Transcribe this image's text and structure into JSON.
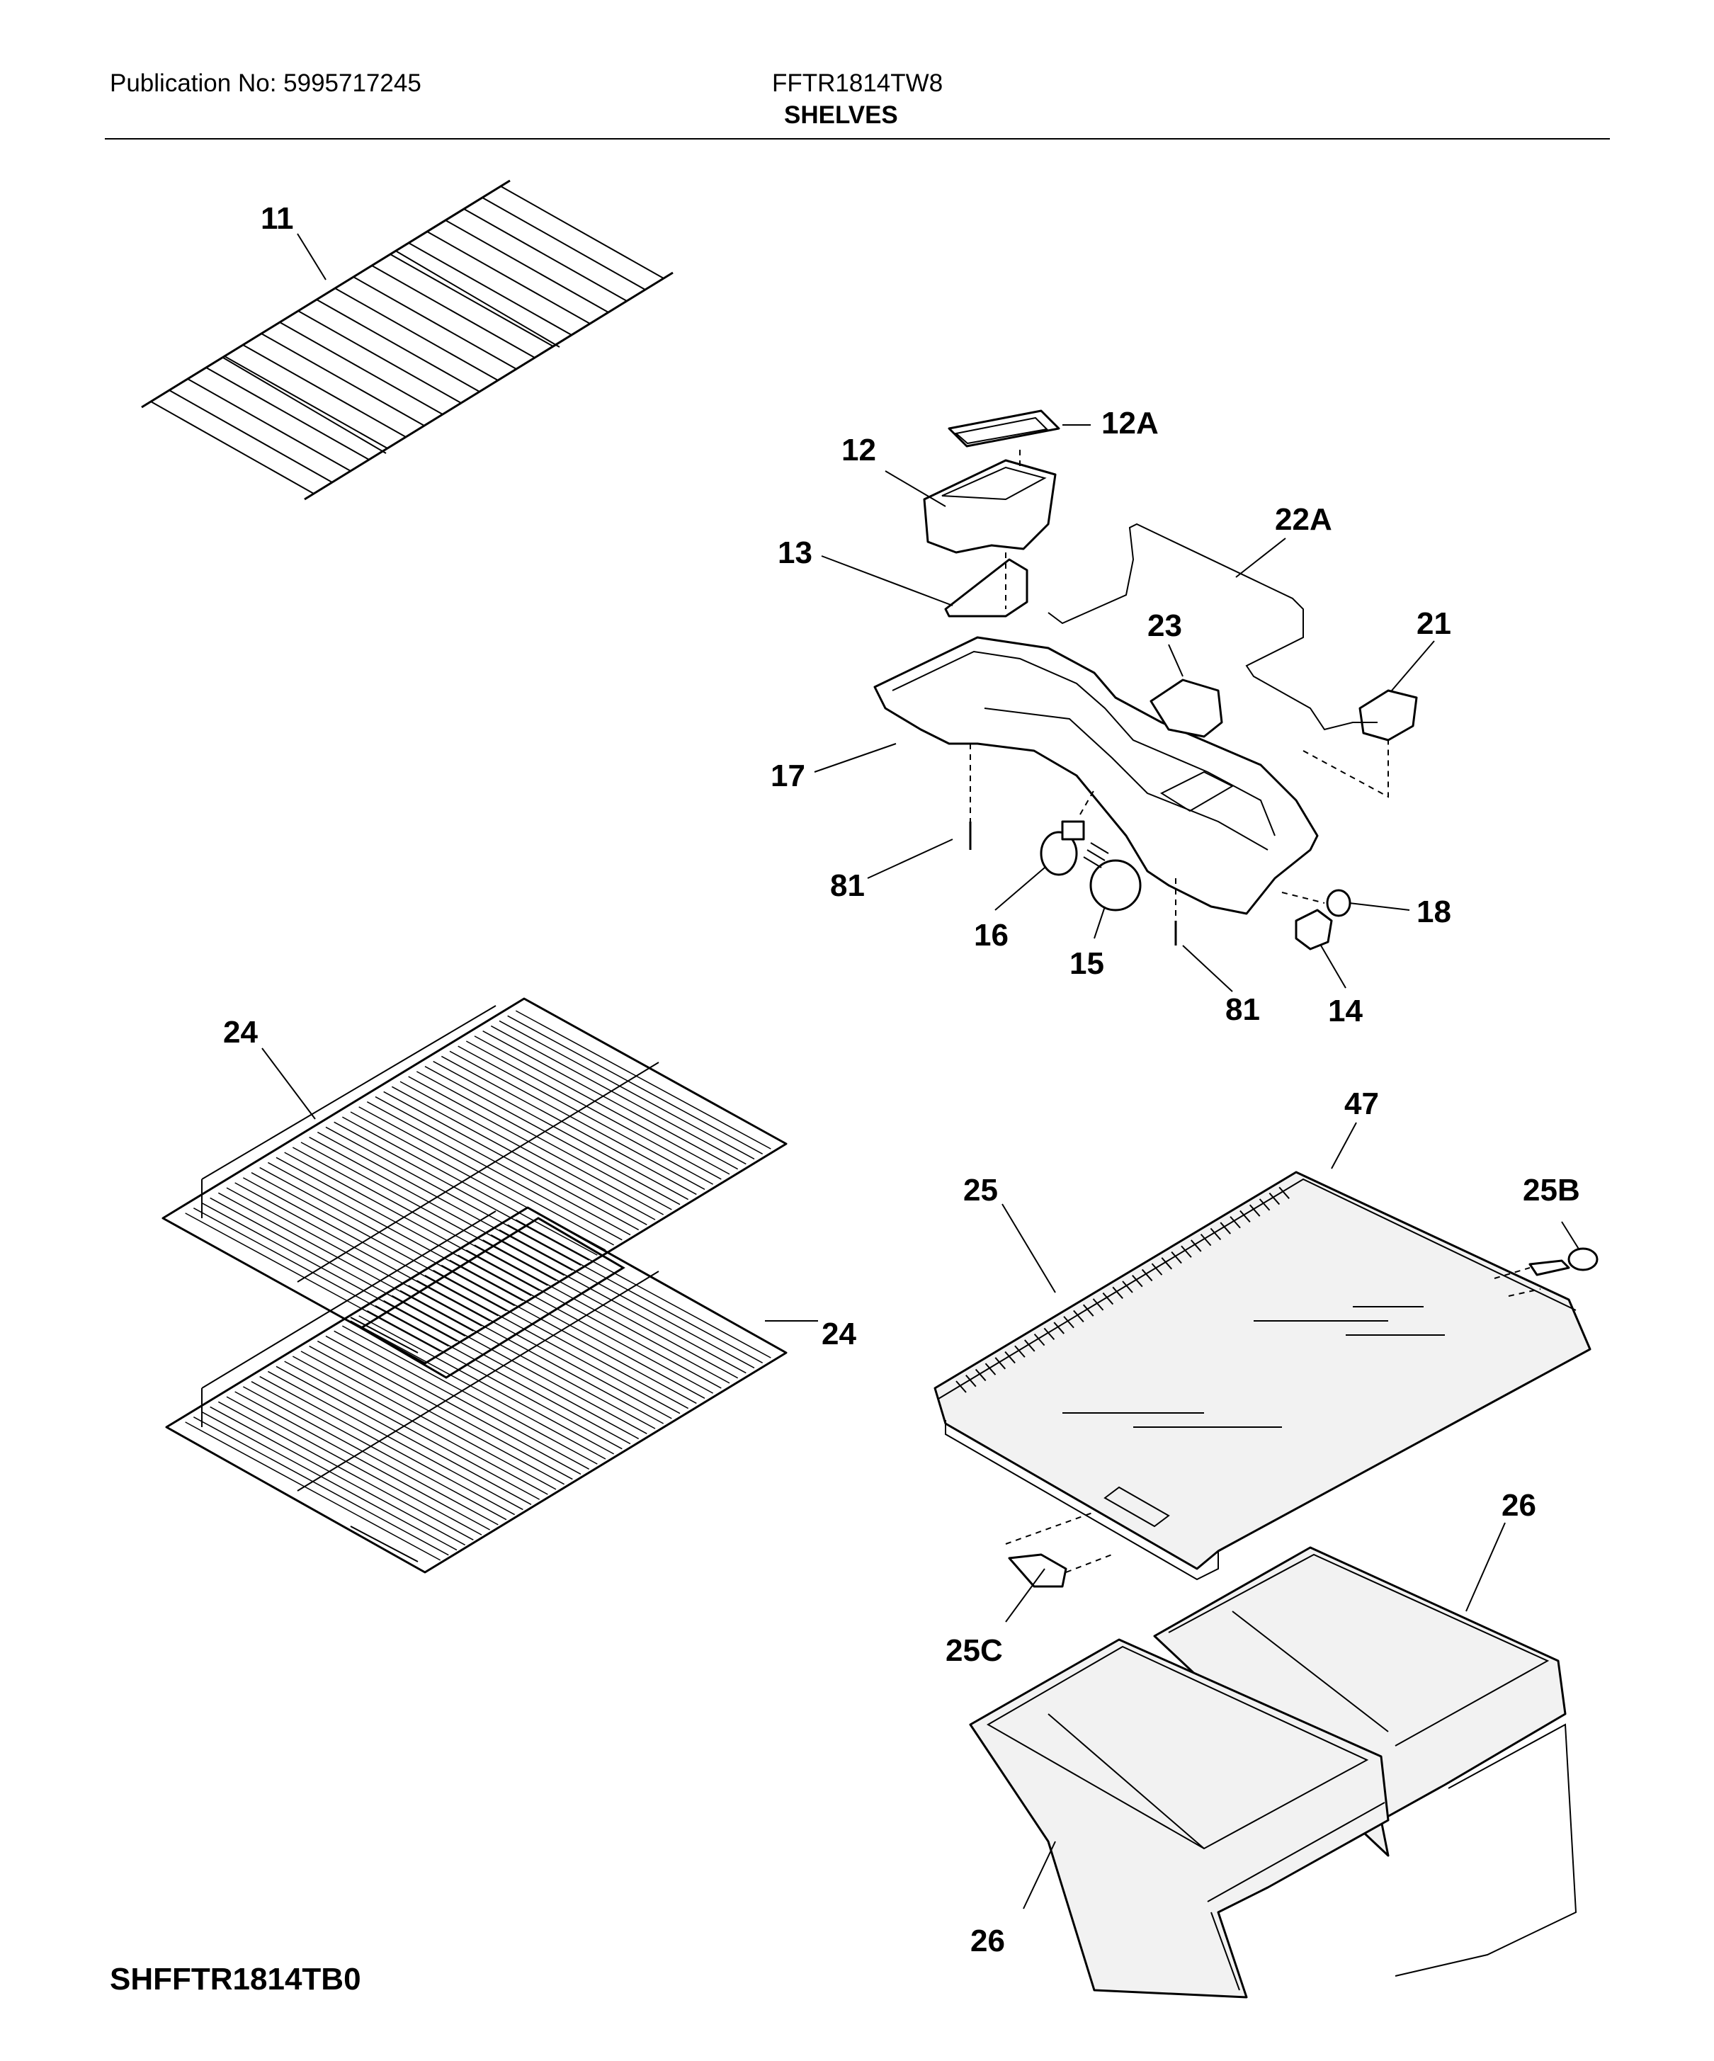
{
  "header": {
    "publication": "Publication No: 5995717245",
    "model": "FFTR1814TW8",
    "section": "SHELVES"
  },
  "footer": {
    "code": "SHFFTR1814TB0"
  },
  "part_labels": [
    "11",
    "12A",
    "12",
    "22A",
    "13",
    "23",
    "21",
    "17",
    "81",
    "18",
    "16",
    "15",
    "81",
    "14",
    "24",
    "47",
    "25",
    "25B",
    "24",
    "26",
    "25C",
    "26"
  ]
}
